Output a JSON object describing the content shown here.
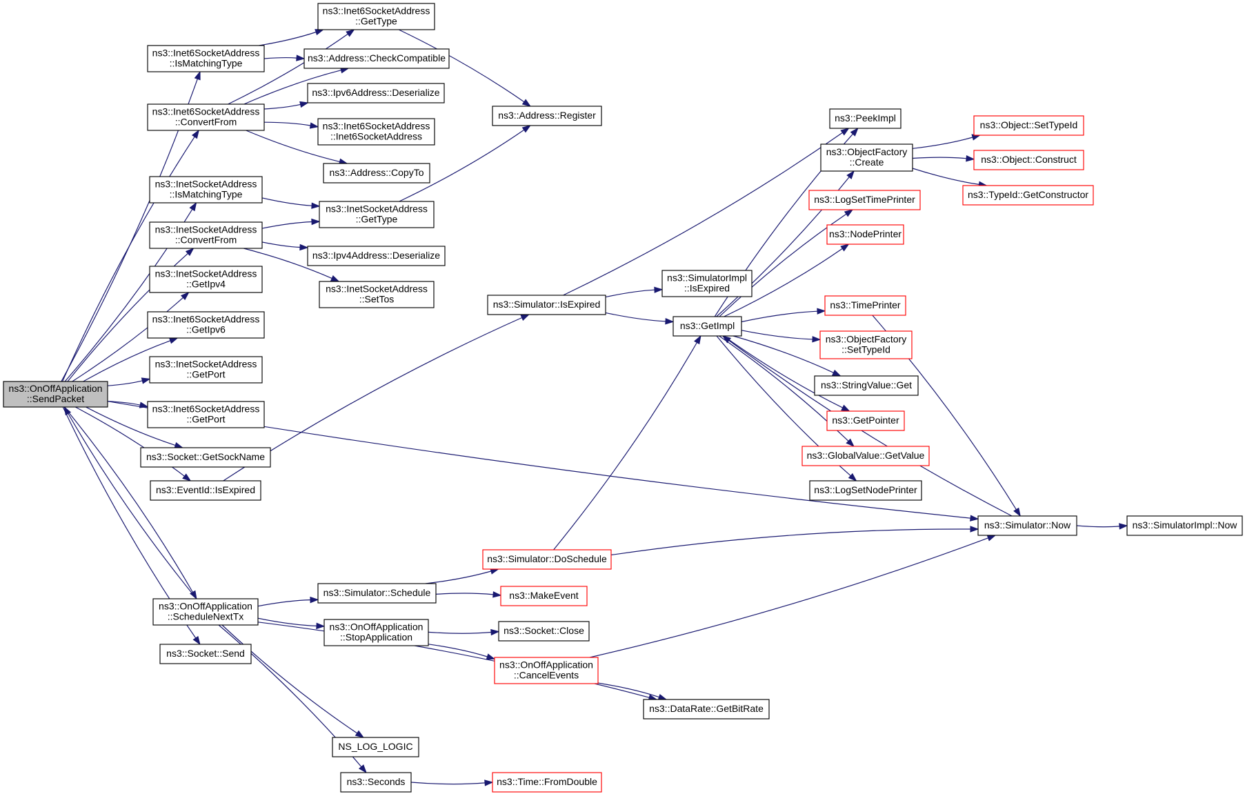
{
  "diagram": {
    "colors": {
      "edge": "#191970",
      "normal_border": "#000000",
      "truncated_border": "#ff0000",
      "root_fill": "#bfbfbf",
      "node_fill": "#ffffff"
    },
    "nodes": [
      {
        "id": "sendpacket",
        "lines": [
          "ns3::OnOffApplication",
          "::SendPacket"
        ],
        "style": "root"
      },
      {
        "id": "i6_ismatching",
        "lines": [
          "ns3::Inet6SocketAddress",
          "::IsMatchingType"
        ],
        "style": "normal"
      },
      {
        "id": "i6_gettype",
        "lines": [
          "ns3::Inet6SocketAddress",
          "::GetType"
        ],
        "style": "normal"
      },
      {
        "id": "addr_checkcompat",
        "lines": [
          "ns3::Address::CheckCompatible"
        ],
        "style": "normal"
      },
      {
        "id": "i6_convertfrom",
        "lines": [
          "ns3::Inet6SocketAddress",
          "::ConvertFrom"
        ],
        "style": "normal"
      },
      {
        "id": "ipv6_deserialize",
        "lines": [
          "ns3::Ipv6Address::Deserialize"
        ],
        "style": "normal"
      },
      {
        "id": "i6_ctor",
        "lines": [
          "ns3::Inet6SocketAddress",
          "::Inet6SocketAddress"
        ],
        "style": "normal"
      },
      {
        "id": "addr_copyto",
        "lines": [
          "ns3::Address::CopyTo"
        ],
        "style": "normal"
      },
      {
        "id": "addr_register",
        "lines": [
          "ns3::Address::Register"
        ],
        "style": "normal"
      },
      {
        "id": "i4_ismatching",
        "lines": [
          "ns3::InetSocketAddress",
          "::IsMatchingType"
        ],
        "style": "normal"
      },
      {
        "id": "i4_gettype",
        "lines": [
          "ns3::InetSocketAddress",
          "::GetType"
        ],
        "style": "normal"
      },
      {
        "id": "i4_convertfrom",
        "lines": [
          "ns3::InetSocketAddress",
          "::ConvertFrom"
        ],
        "style": "normal"
      },
      {
        "id": "ipv4_deserialize",
        "lines": [
          "ns3::Ipv4Address::Deserialize"
        ],
        "style": "normal"
      },
      {
        "id": "i4_settos",
        "lines": [
          "ns3::InetSocketAddress",
          "::SetTos"
        ],
        "style": "normal"
      },
      {
        "id": "i4_getipv4",
        "lines": [
          "ns3::InetSocketAddress",
          "::GetIpv4"
        ],
        "style": "normal"
      },
      {
        "id": "i6_getipv6",
        "lines": [
          "ns3::Inet6SocketAddress",
          "::GetIpv6"
        ],
        "style": "normal"
      },
      {
        "id": "i4_getport",
        "lines": [
          "ns3::InetSocketAddress",
          "::GetPort"
        ],
        "style": "normal"
      },
      {
        "id": "i6_getport",
        "lines": [
          "ns3::Inet6SocketAddress",
          "::GetPort"
        ],
        "style": "normal"
      },
      {
        "id": "socket_getsockname",
        "lines": [
          "ns3::Socket::GetSockName"
        ],
        "style": "normal"
      },
      {
        "id": "eventid_isexpired",
        "lines": [
          "ns3::EventId::IsExpired"
        ],
        "style": "normal"
      },
      {
        "id": "sim_isexpired",
        "lines": [
          "ns3::Simulator::IsExpired"
        ],
        "style": "normal"
      },
      {
        "id": "simimpl_isexpired",
        "lines": [
          "ns3::SimulatorImpl",
          "::IsExpired"
        ],
        "style": "normal"
      },
      {
        "id": "getimpl",
        "lines": [
          "ns3::GetImpl"
        ],
        "style": "normal"
      },
      {
        "id": "peekimpl",
        "lines": [
          "ns3::PeekImpl"
        ],
        "style": "normal"
      },
      {
        "id": "objfactory_create",
        "lines": [
          "ns3::ObjectFactory",
          "::Create"
        ],
        "style": "normal"
      },
      {
        "id": "obj_settypeid",
        "lines": [
          "ns3::Object::SetTypeId"
        ],
        "style": "truncated"
      },
      {
        "id": "obj_construct",
        "lines": [
          "ns3::Object::Construct"
        ],
        "style": "truncated"
      },
      {
        "id": "typeid_getctor",
        "lines": [
          "ns3::TypeId::GetConstructor"
        ],
        "style": "truncated"
      },
      {
        "id": "logsettimeprinter",
        "lines": [
          "ns3::LogSetTimePrinter"
        ],
        "style": "truncated"
      },
      {
        "id": "nodeprinter",
        "lines": [
          "ns3::NodePrinter"
        ],
        "style": "truncated"
      },
      {
        "id": "timeprinter",
        "lines": [
          "ns3::TimePrinter"
        ],
        "style": "truncated"
      },
      {
        "id": "objfactory_settypeid",
        "lines": [
          "ns3::ObjectFactory",
          "::SetTypeId"
        ],
        "style": "truncated"
      },
      {
        "id": "stringvalue_get",
        "lines": [
          "ns3::StringValue::Get"
        ],
        "style": "normal"
      },
      {
        "id": "getpointer",
        "lines": [
          "ns3::GetPointer"
        ],
        "style": "truncated"
      },
      {
        "id": "globalvalue_getvalue",
        "lines": [
          "ns3::GlobalValue::GetValue"
        ],
        "style": "truncated"
      },
      {
        "id": "logsetnodeprinter",
        "lines": [
          "ns3::LogSetNodePrinter"
        ],
        "style": "normal"
      },
      {
        "id": "sim_now",
        "lines": [
          "ns3::Simulator::Now"
        ],
        "style": "normal"
      },
      {
        "id": "simimpl_now",
        "lines": [
          "ns3::SimulatorImpl::Now"
        ],
        "style": "normal"
      },
      {
        "id": "sim_doschedule",
        "lines": [
          "ns3::Simulator::DoSchedule"
        ],
        "style": "truncated"
      },
      {
        "id": "sim_schedule",
        "lines": [
          "ns3::Simulator::Schedule"
        ],
        "style": "normal"
      },
      {
        "id": "makeevent",
        "lines": [
          "ns3::MakeEvent"
        ],
        "style": "truncated"
      },
      {
        "id": "schedulenexttx",
        "lines": [
          "ns3::OnOffApplication",
          "::ScheduleNextTx"
        ],
        "style": "normal"
      },
      {
        "id": "stopapplication",
        "lines": [
          "ns3::OnOffApplication",
          "::StopApplication"
        ],
        "style": "normal"
      },
      {
        "id": "socket_close",
        "lines": [
          "ns3::Socket::Close"
        ],
        "style": "normal"
      },
      {
        "id": "cancelevents",
        "lines": [
          "ns3::OnOffApplication",
          "::CancelEvents"
        ],
        "style": "truncated"
      },
      {
        "id": "socket_send",
        "lines": [
          "ns3::Socket::Send"
        ],
        "style": "normal"
      },
      {
        "id": "datarate_getbitrate",
        "lines": [
          "ns3::DataRate::GetBitRate"
        ],
        "style": "normal"
      },
      {
        "id": "ns_log_logic",
        "lines": [
          "NS_LOG_LOGIC"
        ],
        "style": "normal"
      },
      {
        "id": "seconds",
        "lines": [
          "ns3::Seconds"
        ],
        "style": "normal"
      },
      {
        "id": "time_fromdouble",
        "lines": [
          "ns3::Time::FromDouble"
        ],
        "style": "truncated"
      }
    ],
    "edges": [
      {
        "from": "sendpacket",
        "to": "i6_ismatching"
      },
      {
        "from": "sendpacket",
        "to": "i6_convertfrom"
      },
      {
        "from": "sendpacket",
        "to": "i4_ismatching"
      },
      {
        "from": "sendpacket",
        "to": "i4_convertfrom"
      },
      {
        "from": "sendpacket",
        "to": "i4_getipv4"
      },
      {
        "from": "sendpacket",
        "to": "i6_getipv6"
      },
      {
        "from": "sendpacket",
        "to": "i4_getport"
      },
      {
        "from": "sendpacket",
        "to": "i6_getport"
      },
      {
        "from": "sendpacket",
        "to": "socket_getsockname"
      },
      {
        "from": "sendpacket",
        "to": "eventid_isexpired"
      },
      {
        "from": "sendpacket",
        "to": "sim_now"
      },
      {
        "from": "sendpacket",
        "to": "schedulenexttx"
      },
      {
        "from": "sendpacket",
        "to": "socket_send"
      },
      {
        "from": "schedulenexttx",
        "to": "sendpacket"
      },
      {
        "from": "i6_ismatching",
        "to": "i6_gettype"
      },
      {
        "from": "i6_ismatching",
        "to": "addr_checkcompat"
      },
      {
        "from": "i6_convertfrom",
        "to": "i6_gettype"
      },
      {
        "from": "i6_convertfrom",
        "to": "addr_checkcompat"
      },
      {
        "from": "i6_convertfrom",
        "to": "ipv6_deserialize"
      },
      {
        "from": "i6_convertfrom",
        "to": "i6_ctor"
      },
      {
        "from": "i6_convertfrom",
        "to": "addr_copyto"
      },
      {
        "from": "i6_gettype",
        "to": "addr_register"
      },
      {
        "from": "i4_ismatching",
        "to": "i4_gettype"
      },
      {
        "from": "i4_convertfrom",
        "to": "i4_gettype"
      },
      {
        "from": "i4_convertfrom",
        "to": "ipv4_deserialize"
      },
      {
        "from": "i4_convertfrom",
        "to": "i4_settos"
      },
      {
        "from": "i4_gettype",
        "to": "addr_register"
      },
      {
        "from": "eventid_isexpired",
        "to": "sim_isexpired"
      },
      {
        "from": "sim_isexpired",
        "to": "peekimpl"
      },
      {
        "from": "sim_isexpired",
        "to": "simimpl_isexpired"
      },
      {
        "from": "sim_isexpired",
        "to": "getimpl"
      },
      {
        "from": "getimpl",
        "to": "peekimpl"
      },
      {
        "from": "getimpl",
        "to": "objfactory_create"
      },
      {
        "from": "getimpl",
        "to": "logsettimeprinter"
      },
      {
        "from": "getimpl",
        "to": "nodeprinter"
      },
      {
        "from": "getimpl",
        "to": "timeprinter"
      },
      {
        "from": "getimpl",
        "to": "objfactory_settypeid"
      },
      {
        "from": "getimpl",
        "to": "stringvalue_get"
      },
      {
        "from": "getimpl",
        "to": "getpointer"
      },
      {
        "from": "getimpl",
        "to": "globalvalue_getvalue"
      },
      {
        "from": "getimpl",
        "to": "logsetnodeprinter"
      },
      {
        "from": "sim_now",
        "to": "getimpl"
      },
      {
        "from": "objfactory_create",
        "to": "obj_settypeid"
      },
      {
        "from": "objfactory_create",
        "to": "obj_construct"
      },
      {
        "from": "objfactory_create",
        "to": "typeid_getctor"
      },
      {
        "from": "timeprinter",
        "to": "sim_now"
      },
      {
        "from": "sim_now",
        "to": "simimpl_now"
      },
      {
        "from": "schedulenexttx",
        "to": "sim_schedule"
      },
      {
        "from": "schedulenexttx",
        "to": "stopapplication"
      },
      {
        "from": "schedulenexttx",
        "to": "datarate_getbitrate"
      },
      {
        "from": "schedulenexttx",
        "to": "ns_log_logic"
      },
      {
        "from": "schedulenexttx",
        "to": "seconds"
      },
      {
        "from": "sim_schedule",
        "to": "sim_doschedule"
      },
      {
        "from": "sim_schedule",
        "to": "makeevent"
      },
      {
        "from": "sim_doschedule",
        "to": "getimpl"
      },
      {
        "from": "sim_doschedule",
        "to": "sim_now"
      },
      {
        "from": "stopapplication",
        "to": "socket_close"
      },
      {
        "from": "stopapplication",
        "to": "cancelevents"
      },
      {
        "from": "cancelevents",
        "to": "sim_now"
      },
      {
        "from": "cancelevents",
        "to": "datarate_getbitrate"
      },
      {
        "from": "seconds",
        "to": "time_fromdouble"
      }
    ]
  }
}
